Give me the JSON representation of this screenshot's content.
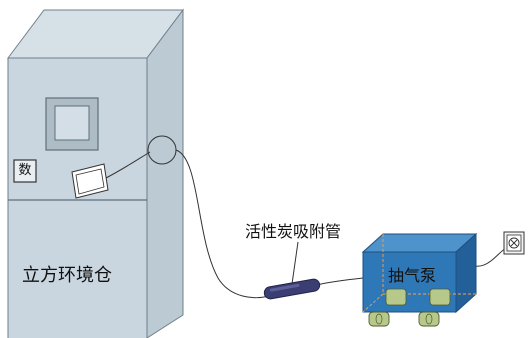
{
  "chamber": {
    "label": "立方环境仓",
    "sensor_glyph": "数"
  },
  "adsorption_tube": {
    "label": "活性炭吸附管"
  },
  "pump": {
    "label": "抽气泵"
  },
  "outlet": {
    "icon": "power-socket-icon"
  },
  "colors": {
    "chamber_front": "#c9d6df",
    "chamber_side": "#bccad4",
    "chamber_top": "#d6e0e7",
    "pump_body": "#2f78b8",
    "pump_top": "#4e93cc",
    "pump_side": "#23609a",
    "wheel": "#b7c98a",
    "tube": "#3b3e72"
  }
}
